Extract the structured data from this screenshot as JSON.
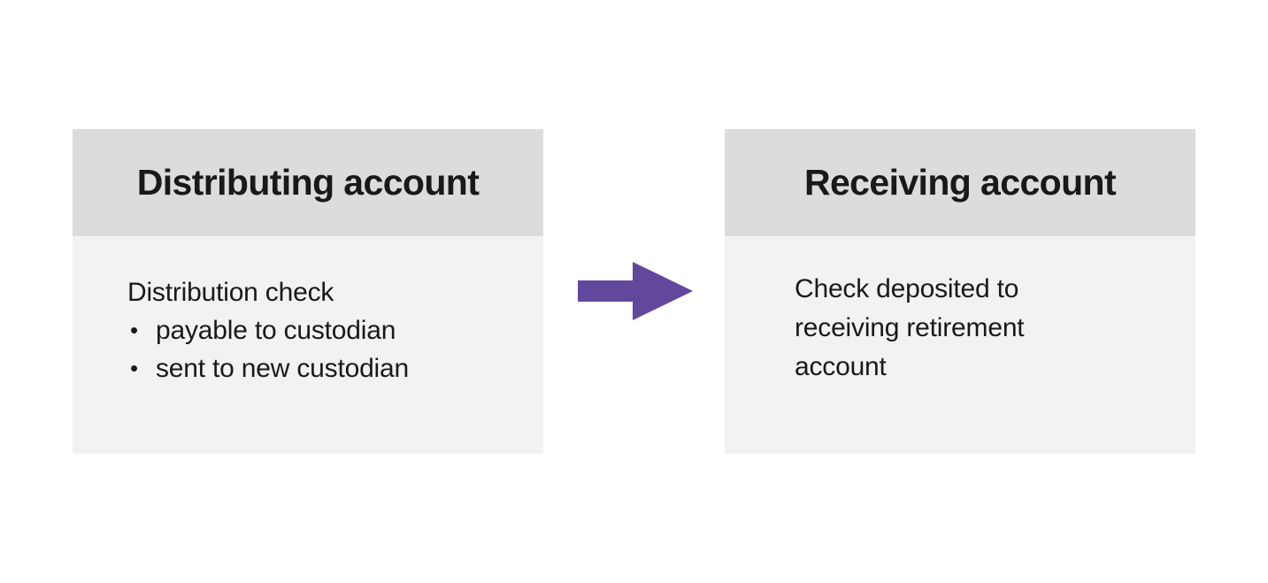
{
  "diagram": {
    "left_box": {
      "title": "Distributing account",
      "body_intro": "Distribution check",
      "bullets": [
        "payable to custodian",
        "sent to new custodian"
      ],
      "bullet_glyph": "•"
    },
    "right_box": {
      "title": "Receiving account",
      "body": "Check deposited to receiving retirement account"
    },
    "arrow": {
      "name": "right-arrow",
      "direction": "right"
    },
    "colors": {
      "header_bg": "#dcdcdb",
      "body_bg": "#f2f2f0",
      "text": "#191919",
      "arrow": "#62489d",
      "page_bg": "#ffffff"
    }
  }
}
